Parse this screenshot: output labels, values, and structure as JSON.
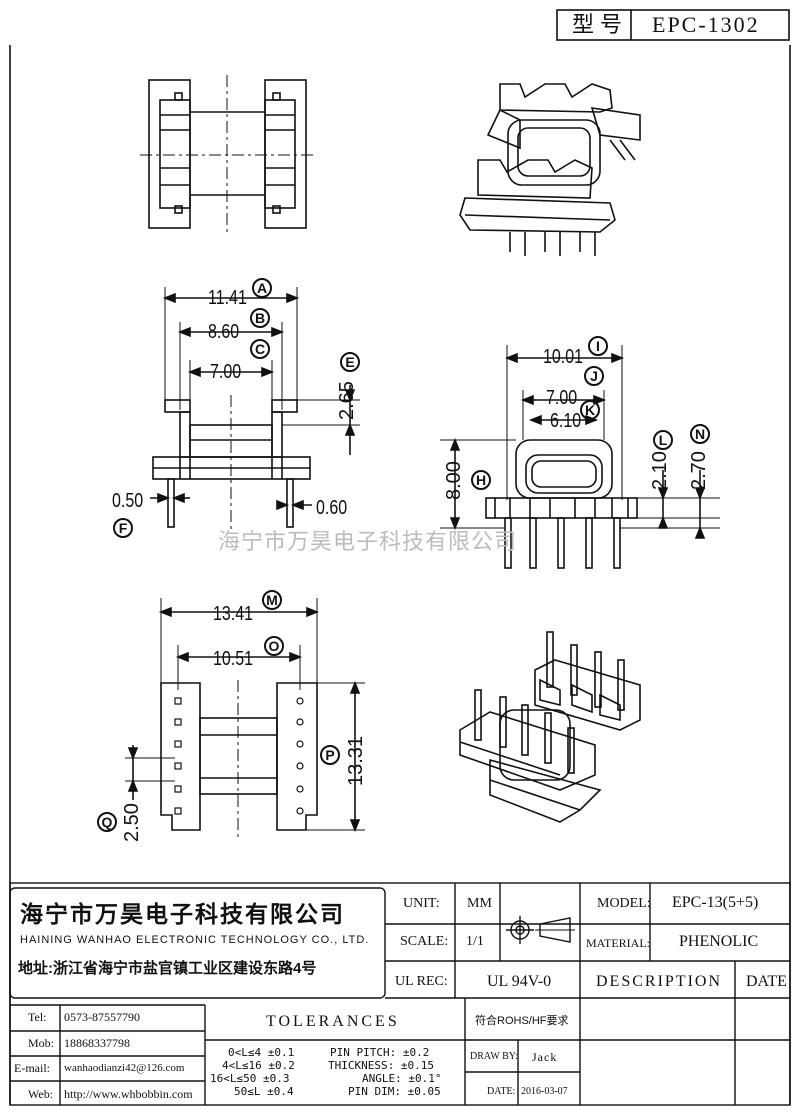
{
  "header": {
    "type_label": "型号",
    "part_number": "EPC-1302"
  },
  "watermark": "海宁市万昊电子科技有限公司",
  "dimensions": {
    "A": "11.41",
    "B": "8.60",
    "C": "7.00",
    "E": "2.65",
    "F": "0.50",
    "F2": "0.60",
    "I": "10.01",
    "J": "7.00",
    "K": "6.10",
    "H": "8.00",
    "L": "2.10",
    "N": "2.70",
    "M": "13.41",
    "O": "10.51",
    "P": "13.31",
    "Q": "2.50"
  },
  "callouts": {
    "A": "A",
    "B": "B",
    "C": "C",
    "E": "E",
    "F": "F",
    "H": "H",
    "I": "I",
    "J": "J",
    "K": "K",
    "L": "L",
    "M": "M",
    "N": "N",
    "O": "O",
    "P": "P",
    "Q": "Q"
  },
  "title_block": {
    "company_cn": "海宁市万昊电子科技有限公司",
    "company_en": "HAINING WANHAO ELECTRONIC TECHNOLOGY CO., LTD.",
    "address": "地址:浙江省海宁市盐官镇工业区建设东路4号",
    "unit_label": "UNIT:",
    "unit_value": "MM",
    "scale_label": "SCALE:",
    "scale_value": "1/1",
    "ul_label": "UL REC:",
    "ul_value": "UL 94V-0",
    "model_label": "MODEL:",
    "model_value": "EPC-13(5+5)",
    "material_label": "MATERIAL:",
    "material_value": "PHENOLIC",
    "description_label": "DESCRIPTION",
    "date_label": "DATE",
    "tel_label": "Tel:",
    "tel_value": "0573-87557790",
    "mob_label": "Mob:",
    "mob_value": "18868337798",
    "email_label": "E-mail:",
    "email_value": "wanhaodianzi42@126.com",
    "web_label": "Web:",
    "web_value": "http://www.whbobbin.com",
    "tolerances_title": "TOLERANCES",
    "tolerances": [
      "0<L≤4 ±0.1",
      "4<L≤16 ±0.2",
      "16<L≤50 ±0.3",
      "50≤L ±0.4"
    ],
    "pin_tolerances": [
      "PIN PITCH: ±0.2",
      "THICKNESS: ±0.15",
      "ANGLE: ±0.1°",
      "PIN DIM: ±0.05"
    ],
    "rohs": "符合ROHS/HF要求",
    "draw_by_label": "DRAW BY:",
    "draw_by_value": "Jack",
    "date_field_label": "DATE:",
    "date_value": "2016-03-07"
  }
}
